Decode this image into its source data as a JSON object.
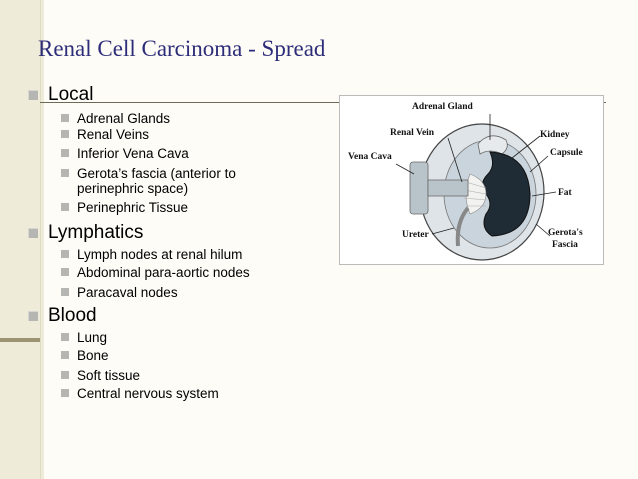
{
  "slide": {
    "title": "Renal Cell Carcinoma - Spread"
  },
  "sections": [
    {
      "heading": "Local",
      "items": [
        "Adrenal Glands",
        "Renal Veins",
        "Inferior Vena Cava",
        "Gerota’s fascia (anterior to",
        "perinephric space)",
        "Perinephric  Tissue"
      ]
    },
    {
      "heading": "Lymphatics",
      "items": [
        "Lymph nodes at renal hilum",
        "Abdominal para-aortic nodes",
        "Paracaval nodes"
      ]
    },
    {
      "heading": "Blood",
      "items": [
        "Lung",
        "Bone",
        "Soft tissue",
        "Central nervous system"
      ]
    }
  ],
  "diagram": {
    "labels": {
      "adrenal_gland": "Adrenal Gland",
      "renal_vein": "Renal Vein",
      "vena_cava": "Vena Cava",
      "ureter": "Ureter",
      "kidney": "Kidney",
      "capsule": "Capsule",
      "fat": "Fat",
      "gerotas": "Gerota's",
      "fascia": "Fascia"
    }
  },
  "colors": {
    "title": "#2d2d7a",
    "band": "#eeebd8",
    "bullet": "#b5b5b1"
  }
}
